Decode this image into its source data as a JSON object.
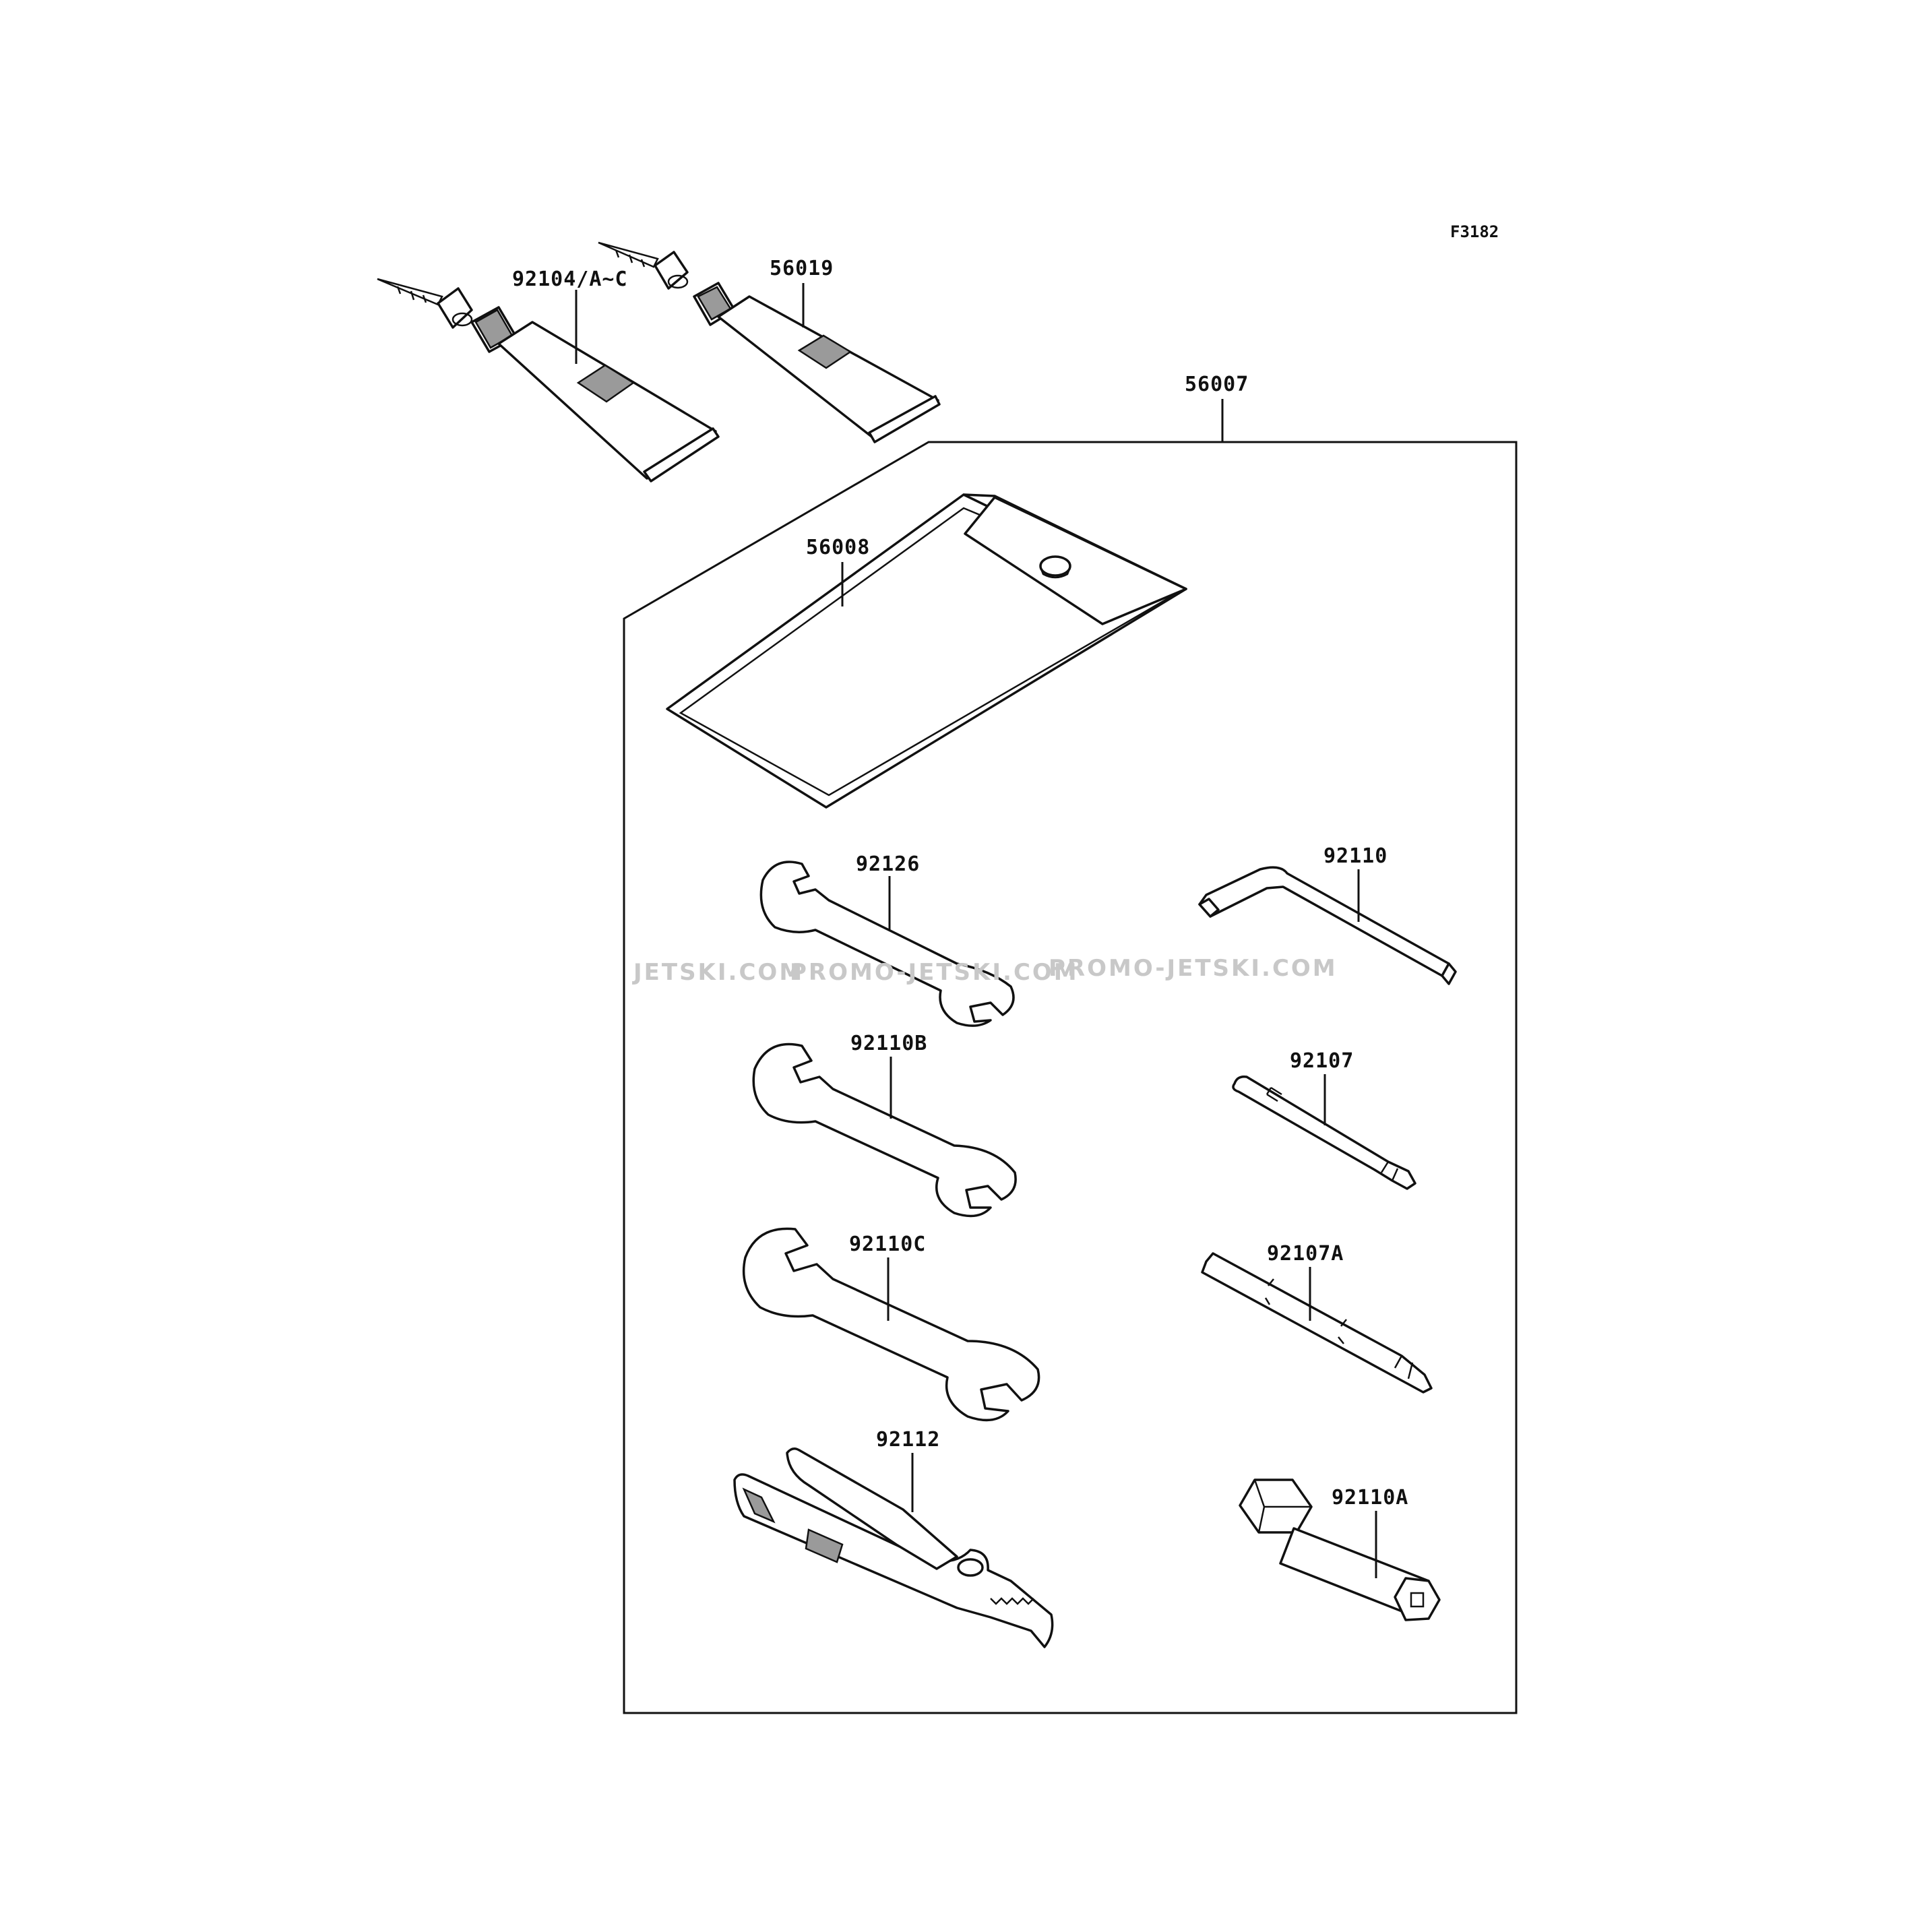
{
  "figure_code": "F3182",
  "watermark": {
    "part1": "JETSKI.COM",
    "part2": "PROMO-JETSKI.COM",
    "part3": "PROMO-JETSKI.COM"
  },
  "parts": {
    "grease_tube_a": "92104/A~C",
    "grease_tube_b": "56019",
    "tool_kit": "56007",
    "tool_bag": "56008",
    "wrench_small": "92126",
    "hex_key": "92110",
    "wrench_medium": "92110B",
    "screwdriver": "92107",
    "wrench_large": "92110C",
    "screwdriver_alt": "92107A",
    "pliers": "92112",
    "socket_wrench": "92110A"
  }
}
